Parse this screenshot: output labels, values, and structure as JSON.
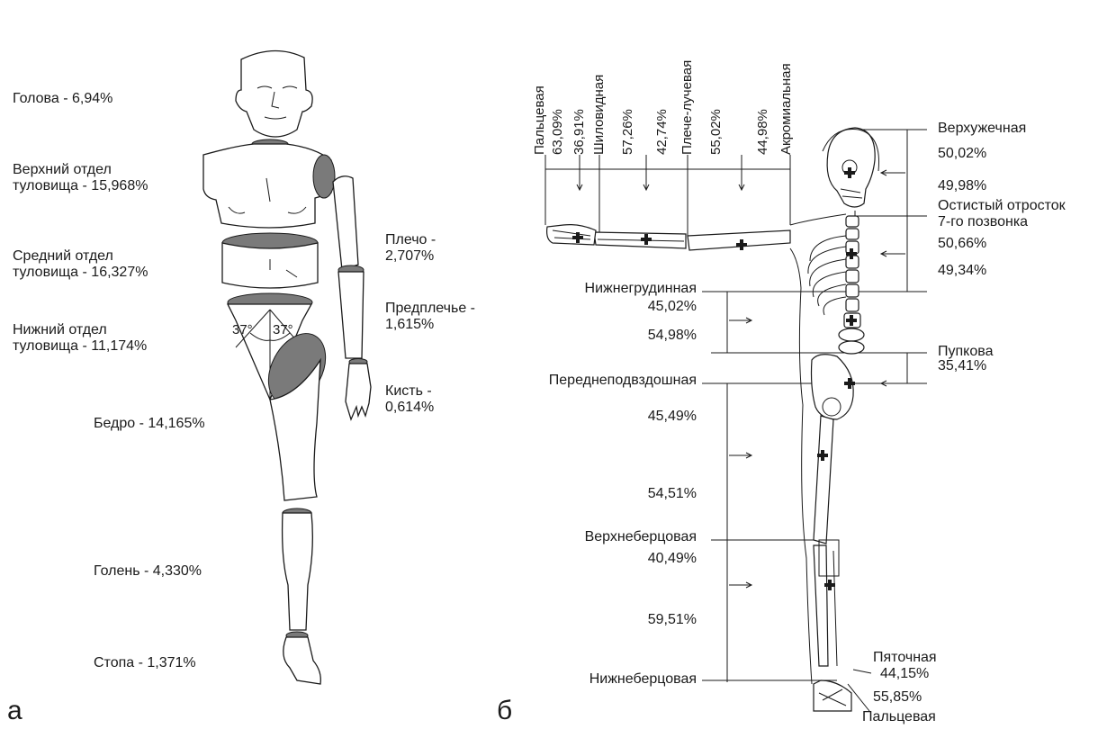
{
  "panel_a": {
    "letter": "а",
    "segments": [
      {
        "name": "Голова - 6,94%"
      },
      {
        "name": "Верхний отдел",
        "line2": "туловища - 15,968%"
      },
      {
        "name": "Средний отдел",
        "line2": "туловища - 16,327%"
      },
      {
        "name": "Нижний отдел",
        "line2": "туловища - 11,174%"
      },
      {
        "name": "Бедро - 14,165%"
      },
      {
        "name": "Голень - 4,330%"
      },
      {
        "name": "Стопа - 1,371%"
      },
      {
        "name": "Плечо -",
        "line2": "2,707%"
      },
      {
        "name": "Предплечье -",
        "line2": "1,615%"
      },
      {
        "name": "Кисть -",
        "line2": "0,614%"
      }
    ],
    "angle_left": "37°",
    "angle_right": "37°"
  },
  "panel_b": {
    "letter": "б",
    "arm_labels": [
      "Пальцевая",
      "63,09%",
      "36,91%",
      "Шиловидная",
      "57,26%",
      "42,74%",
      "Плече-лучевая",
      "55,02%",
      "44,98%",
      "Акромиальная"
    ],
    "right_labels": {
      "top_point": "Верхужечная",
      "head_upper": "50,02%",
      "head_lower": "49,98%",
      "vertebra_1": "Остистый отросток",
      "vertebra_2": "7-го позвонка",
      "trunk_upper": "50,66%",
      "trunk_lower": "49,34%",
      "navel": "Пупкова",
      "navel_pct": "35,41%",
      "heel": "Пяточная",
      "foot_upper": "44,15%",
      "foot_lower": "55,85%",
      "toe": "Пальцевая"
    },
    "left_labels": {
      "lower_chest": "Нижнегрудинная",
      "abd_upper": "45,02%",
      "abd_lower": "54,98%",
      "iliac": "Переднеподвздошная",
      "thigh_upper": "45,49%",
      "thigh_lower": "54,51%",
      "tibia_top": "Верхнеберцовая",
      "shin_upper": "40,49%",
      "shin_lower": "59,51%",
      "tibia_bottom": "Нижнеберцовая"
    }
  }
}
